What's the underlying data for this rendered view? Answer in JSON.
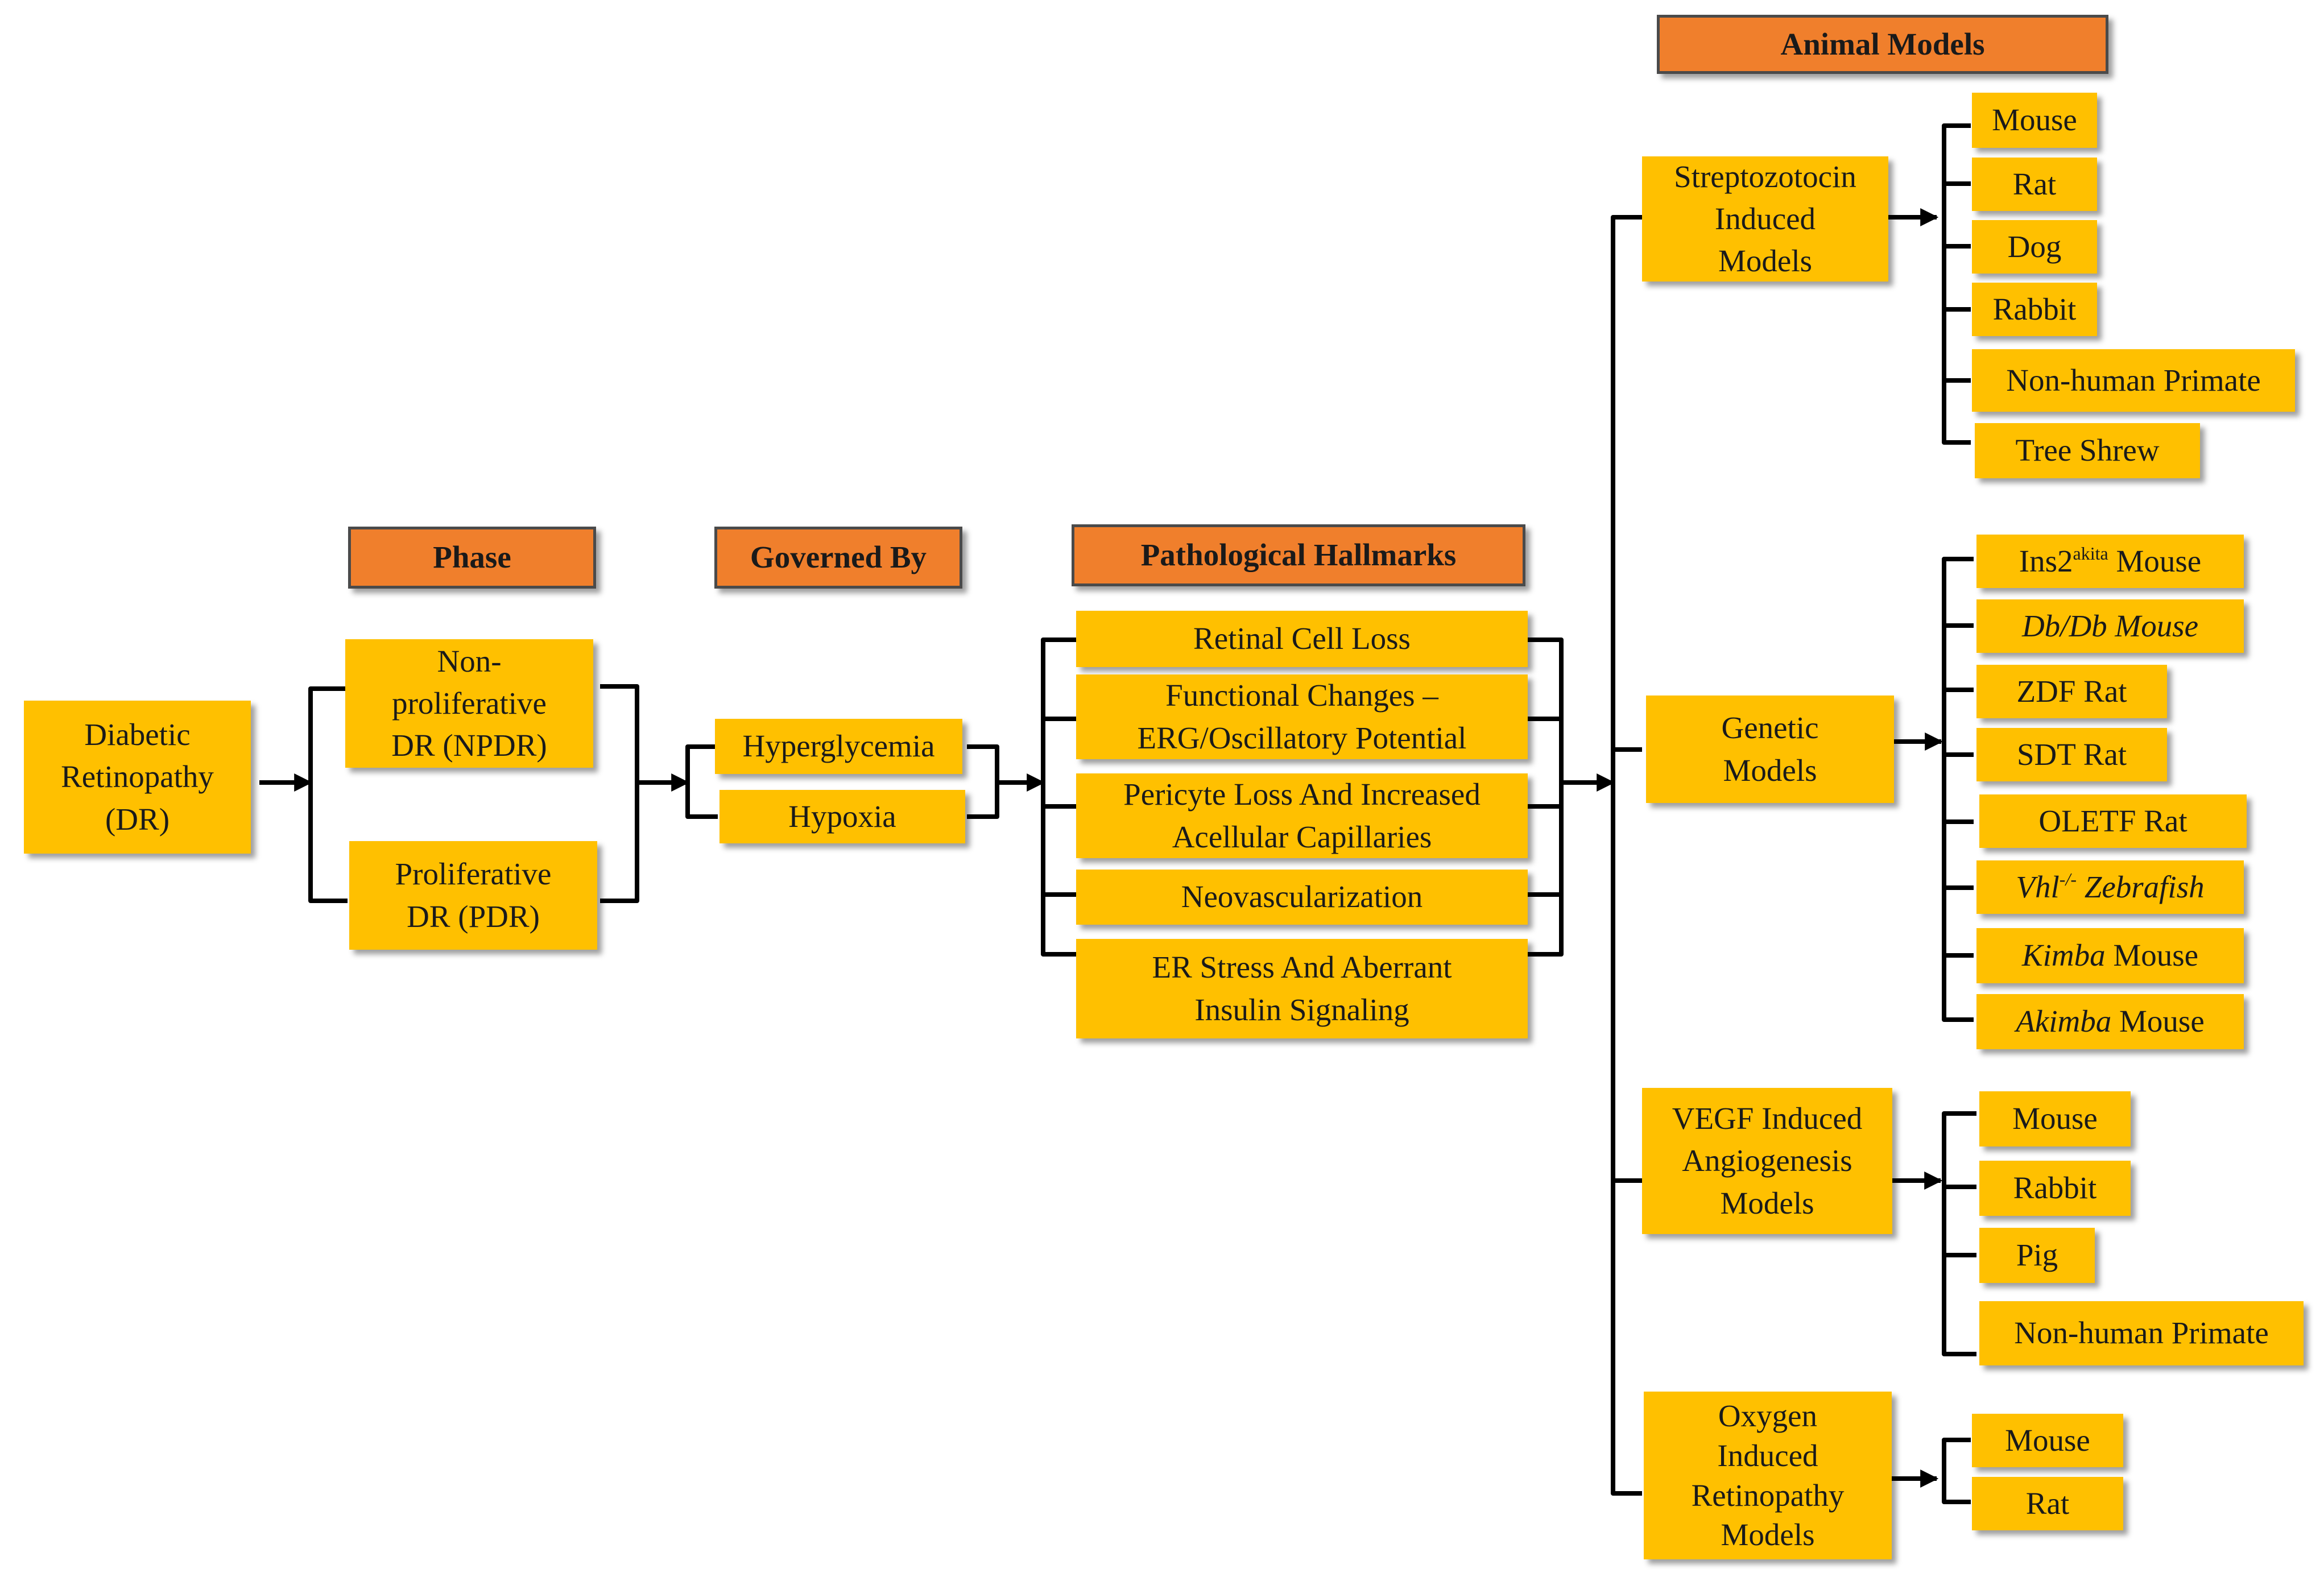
{
  "headers": {
    "phase": "Phase",
    "governed_by": "Governed By",
    "pathological_hallmarks": "Pathological Hallmarks",
    "animal_models": "Animal Models"
  },
  "root": {
    "line1": "Diabetic",
    "line2": "Retinopathy",
    "line3": "(DR)"
  },
  "phases": {
    "npdr": {
      "line1": "Non-",
      "line2": "proliferative",
      "line3": "DR (NPDR)"
    },
    "pdr": {
      "line1": "Proliferative",
      "line2": "DR (PDR)"
    }
  },
  "governed_by": {
    "hyperglycemia": "Hyperglycemia",
    "hypoxia": "Hypoxia"
  },
  "hallmarks": {
    "retinal_cell_loss": "Retinal Cell Loss",
    "functional_changes": {
      "line1": "Functional Changes –",
      "line2": "ERG/Oscillatory Potential"
    },
    "pericyte_loss": {
      "line1": "Pericyte Loss And Increased",
      "line2": "Acellular Capillaries"
    },
    "neovascularization": "Neovascularization",
    "er_stress": {
      "line1": "ER Stress And Aberrant",
      "line2": "Insulin Signaling"
    }
  },
  "model_groups": {
    "stz": {
      "line1": "Streptozotocin",
      "line2": "Induced",
      "line3": "Models"
    },
    "genetic": {
      "line1": "Genetic",
      "line2": "Models"
    },
    "vegf": {
      "line1": "VEGF Induced",
      "line2": "Angiogenesis",
      "line3": "Models"
    },
    "oir": {
      "line1": "Oxygen",
      "line2": "Induced",
      "line3": "Retinopathy",
      "line4": "Models"
    }
  },
  "stz_models": {
    "mouse": "Mouse",
    "rat": "Rat",
    "dog": "Dog",
    "rabbit": "Rabbit",
    "nhp": "Non-human Primate",
    "tree_shrew": "Tree Shrew"
  },
  "genetic_models": {
    "ins2_base": "Ins2",
    "ins2_sup": "akita",
    "ins2_rest": " Mouse",
    "dbdb": "Db/Db Mouse",
    "zdf": "ZDF Rat",
    "sdt": "SDT Rat",
    "oletf": "OLETF Rat",
    "vhl_base": "Vhl",
    "vhl_sup": "-/-",
    "vhl_rest": " Zebrafish",
    "kimba_italic": "Kimba",
    "kimba_rest": " Mouse",
    "akimba_italic": "Akimba",
    "akimba_rest": " Mouse"
  },
  "vegf_models": {
    "mouse": "Mouse",
    "rabbit": "Rabbit",
    "pig": "Pig",
    "nhp": "Non-human Primate"
  },
  "oir_models": {
    "mouse": "Mouse",
    "rat": "Rat"
  },
  "colors": {
    "box_fill": "#ffc000",
    "header_fill": "#f07f2c",
    "connector": "#000000"
  }
}
